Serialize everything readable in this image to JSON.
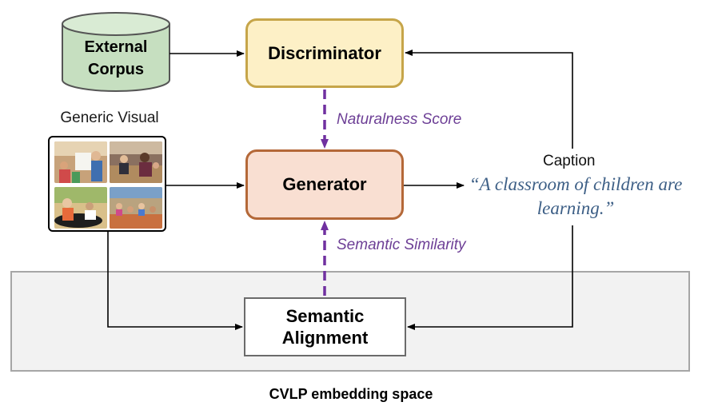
{
  "diagram": {
    "nodes": {
      "external_corpus": [
        "External",
        "Corpus"
      ],
      "discriminator": "Discriminator",
      "generator": "Generator",
      "semantic_alignment": [
        "Semantic",
        "Alignment"
      ]
    },
    "generic_visual": {
      "label": "Generic Visual",
      "photos": [
        "classroom-photo-1",
        "classroom-photo-2",
        "classroom-photo-3",
        "classroom-photo-4"
      ]
    },
    "edge_labels": {
      "naturalness": "Naturalness Score",
      "semantic_similarity": "Semantic Similarity"
    },
    "caption": {
      "heading": "Caption",
      "text": "“A classroom of children are learning.”"
    },
    "embedding_space_label": "CVLP embedding space",
    "colors": {
      "discriminator_fill": "#fdf0c6",
      "discriminator_border": "#c6a549",
      "generator_fill": "#f9dfd2",
      "generator_border": "#b46838",
      "corpus_fill": "#c6dfc0",
      "dashed_arrow": "#7030a0",
      "caption_text": "#3d5f86",
      "embedding_fill": "#f2f2f2"
    }
  }
}
